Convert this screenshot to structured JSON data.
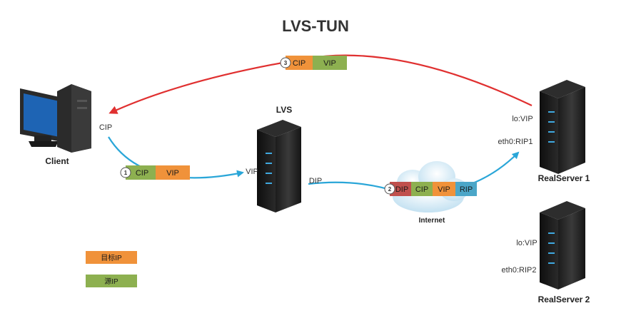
{
  "title": "LVS-TUN",
  "client": {
    "label": "Client",
    "ip_label": "CIP"
  },
  "lvs": {
    "label": "LVS",
    "vip_label": "VIP",
    "dip_label": "DIP"
  },
  "internet": {
    "label": "Internet"
  },
  "realserver1": {
    "label": "RealServer 1",
    "lo_label": "lo:VIP",
    "eth_label": "eth0:RIP1"
  },
  "realserver2": {
    "label": "RealServer 2",
    "lo_label": "lo:VIP",
    "eth_label": "eth0:RIP2"
  },
  "packet1": {
    "number": "1",
    "src": "CIP",
    "dst": "VIP"
  },
  "packet2": {
    "number": "2",
    "fields": [
      "DIP",
      "CIP",
      "VIP",
      "RIP"
    ]
  },
  "packet3": {
    "number": "3",
    "src": "CIP",
    "dst": "VIP"
  },
  "legend": {
    "dest_label": "目标IP",
    "src_label": "源IP"
  },
  "colors": {
    "src": "#8db050",
    "dst": "#f0923a",
    "dip": "#c0504d",
    "rip": "#4ba6c8",
    "request_arrow": "#2aa6d8",
    "response_arrow": "#e03030"
  }
}
